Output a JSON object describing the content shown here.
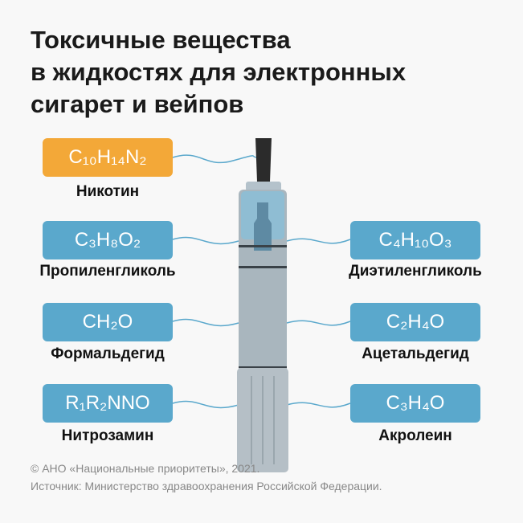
{
  "title": [
    "Токсичные вещества",
    "в жидкостях для электронных",
    "сигарет и вейпов"
  ],
  "substances": [
    {
      "formula": "C₁₀H₁₄N₂",
      "name": "Никотин",
      "color": "#f3a838"
    },
    {
      "formula": "C₃H₈O₂",
      "name": "Пропиленгликоль",
      "color": "#5aa8cc"
    },
    {
      "formula": "C₄H₁₀O₃",
      "name": "Диэтиленгликоль",
      "color": "#5aa8cc"
    },
    {
      "formula": "CH₂O",
      "name": "Формальдегид",
      "color": "#5aa8cc"
    },
    {
      "formula": "C₂H₄O",
      "name": "Ацетальдегид",
      "color": "#5aa8cc"
    },
    {
      "formula": "R₁R₂NNO",
      "name": "Нитрозамин",
      "color": "#5aa8cc"
    },
    {
      "formula": "C₃H₄O",
      "name": "Акролеин",
      "color": "#5aa8cc"
    }
  ],
  "footer": {
    "copyright": "© АНО «Национальные приоритеты», 2021.",
    "source": "Источник: Министерство здравоохранения Российской Федерации."
  }
}
